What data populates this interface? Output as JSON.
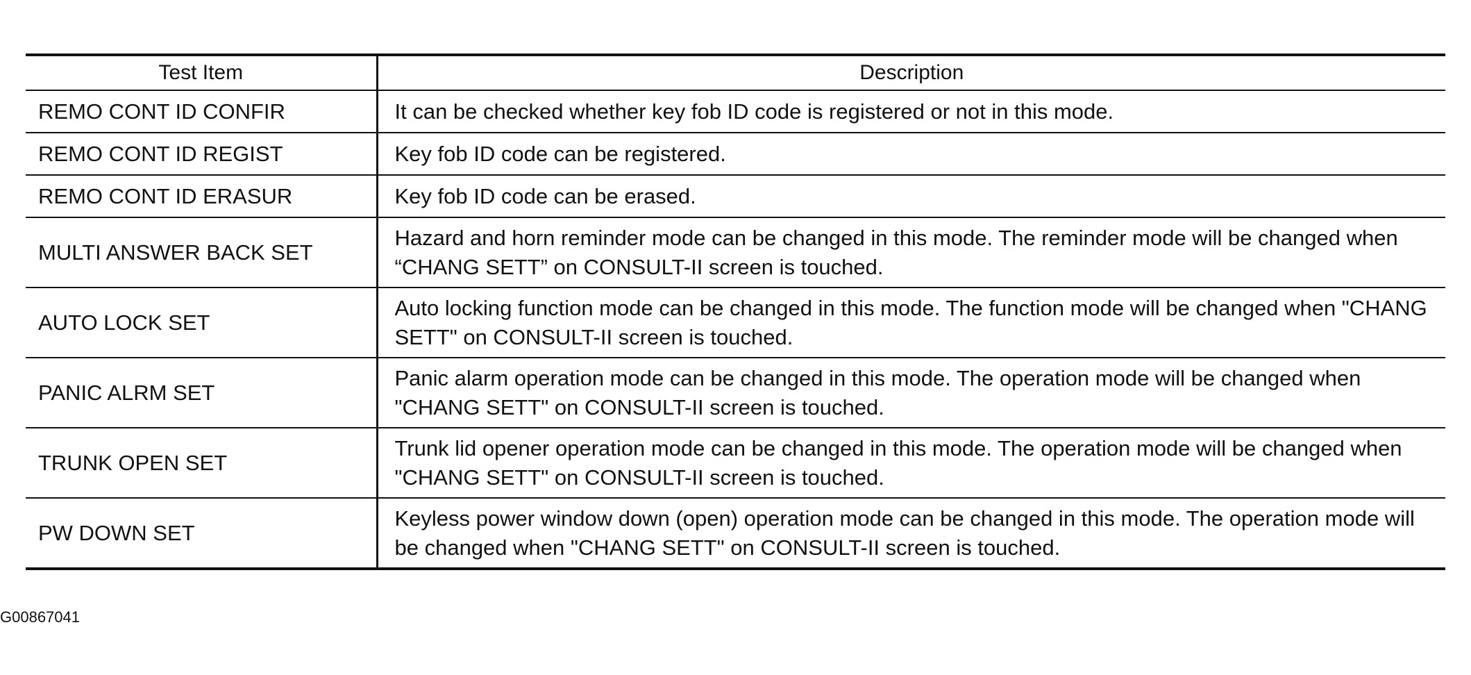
{
  "table": {
    "headers": {
      "test_item": "Test Item",
      "description": "Description"
    },
    "rows": [
      {
        "test_item": "REMO CONT ID CONFIR",
        "description": "It can be checked whether key fob ID code is registered or not in this mode."
      },
      {
        "test_item": "REMO CONT ID REGIST",
        "description": "Key fob ID code can be registered."
      },
      {
        "test_item": "REMO CONT ID ERASUR",
        "description": "Key fob ID code can be erased."
      },
      {
        "test_item": "MULTI ANSWER BACK SET",
        "description": "Hazard and horn reminder mode can be changed in this mode. The reminder mode will be changed when “CHANG SETT” on CONSULT-II screen is touched."
      },
      {
        "test_item": "AUTO LOCK SET",
        "description": "Auto locking function mode can be changed in this mode. The function mode will be changed when \"CHANG SETT\" on CONSULT-II screen is touched."
      },
      {
        "test_item": "PANIC ALRM SET",
        "description": "Panic alarm operation mode can be changed in this mode. The operation mode will be changed when \"CHANG SETT\" on CONSULT-II screen is touched."
      },
      {
        "test_item": "TRUNK OPEN SET",
        "description": "Trunk lid opener operation mode can be changed in this mode. The operation mode will be changed when \"CHANG SETT\" on CONSULT-II screen is touched."
      },
      {
        "test_item": "PW DOWN SET",
        "description": "Keyless power window down (open) operation mode can be changed in this mode. The operation mode will be changed when \"CHANG SETT\" on CONSULT-II screen is touched."
      }
    ]
  },
  "figure_id": "G00867041"
}
